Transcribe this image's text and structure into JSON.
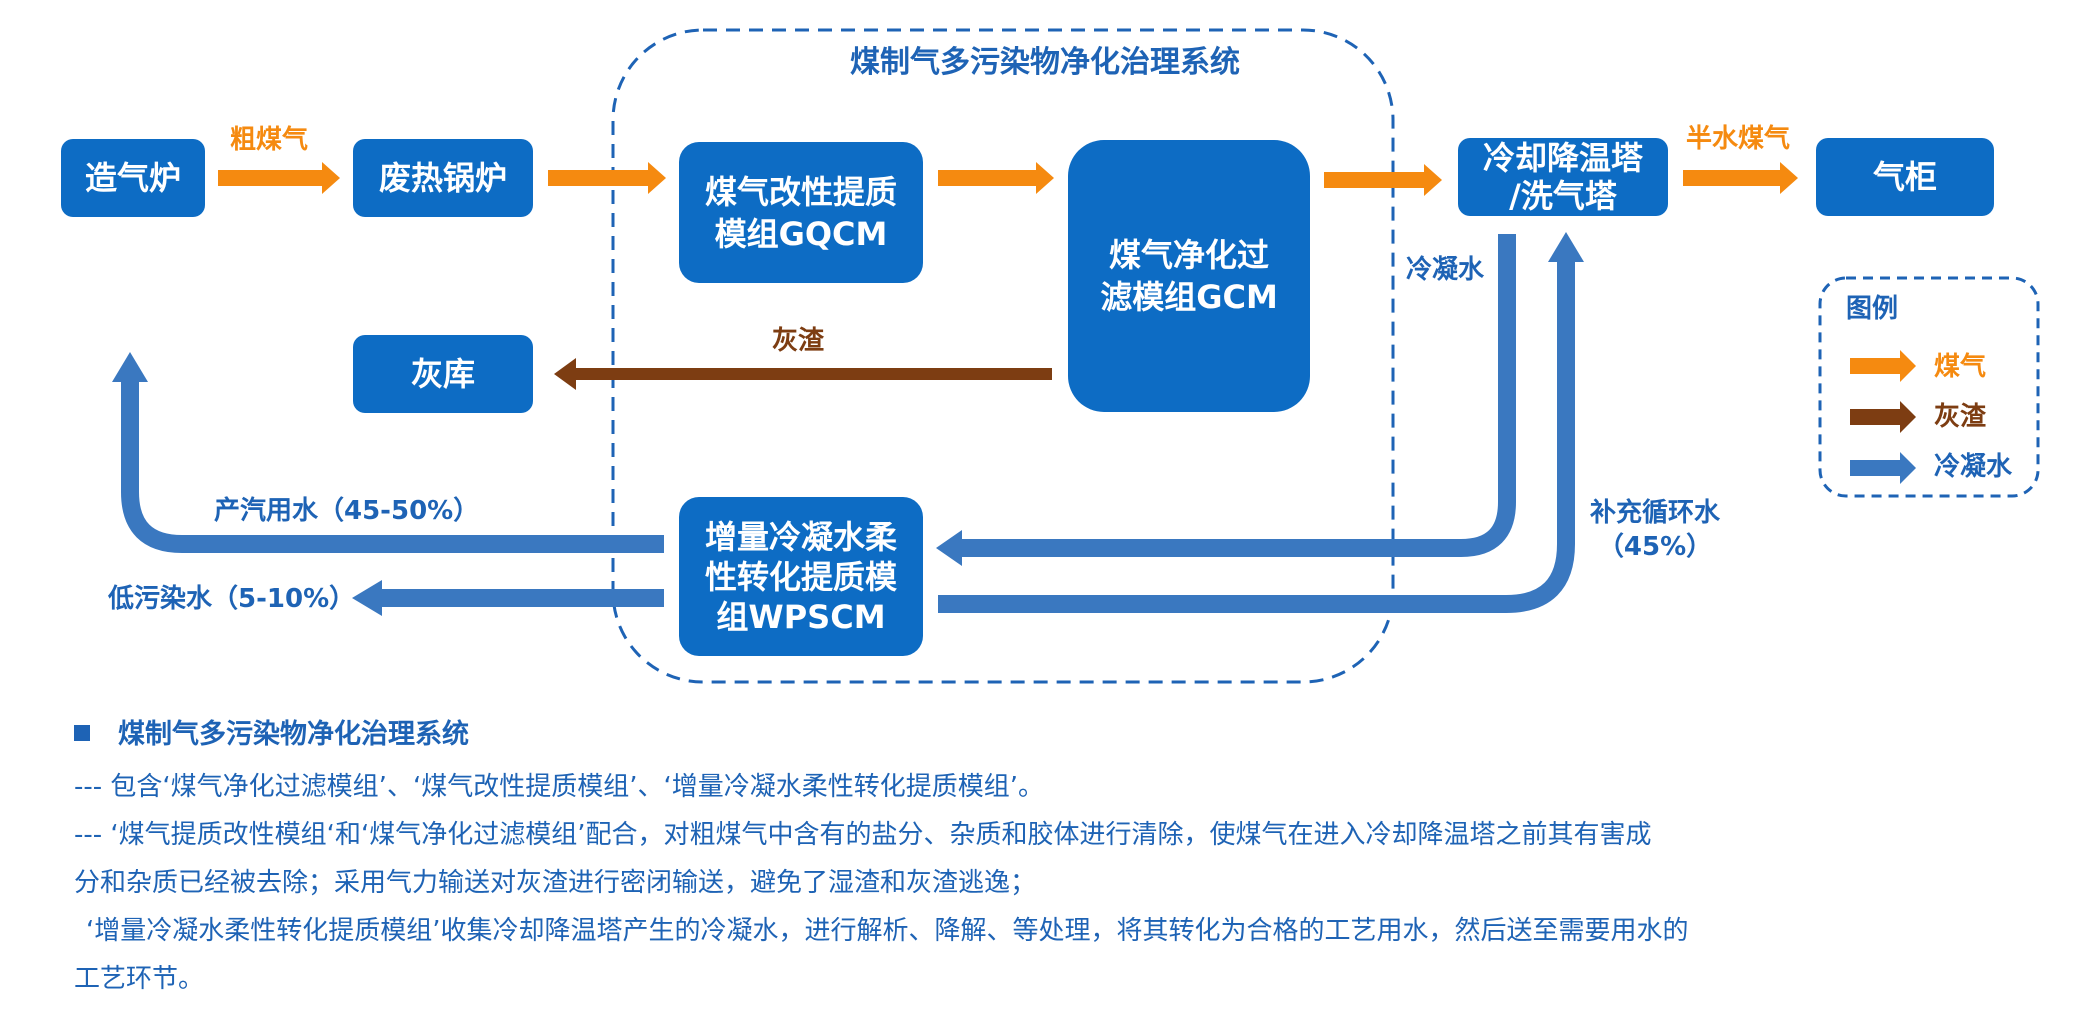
{
  "system_title": "煤制气多污染物净化治理系统",
  "nodes": {
    "gasifier": "造气炉",
    "waste_heat_boiler": "废热锅炉",
    "gqcm": [
      "煤气改性提质",
      "模组GQCM"
    ],
    "gcm": [
      "煤气净化过",
      "滤模组GCM"
    ],
    "cooling_tower": [
      "冷却降温塔",
      "/洗气塔"
    ],
    "gas_holder": "气柜",
    "ash_storage": "灰库",
    "wpscm": [
      "增量冷凝水柔",
      "性转化提质模",
      "组WPSCM"
    ]
  },
  "flow_labels": {
    "crude_gas": "粗煤气",
    "semi_water_gas": "半水煤气",
    "ash": "灰渣",
    "condensate": "冷凝水",
    "steam_water": "产汽用水（45-50%）",
    "low_pollution_water": "低污染水（5-10%）",
    "makeup_water": [
      "补充循环水",
      "（45%）"
    ]
  },
  "legend": {
    "title": "图例",
    "items": [
      {
        "label": "煤气",
        "color": "#f58a10"
      },
      {
        "label": "灰渣",
        "color": "#7d3d12"
      },
      {
        "label": "冷凝水",
        "color": "#3a78c0"
      }
    ]
  },
  "notes": {
    "heading": "煤制气多污染物净化治理系统",
    "lines": [
      "--- 包含‘煤气净化过滤模组’、‘煤气改性提质模组’、‘增量冷凝水柔性转化提质模组’。",
      "--- ‘煤气提质改性模组‘和‘煤气净化过滤模组’配合，对粗煤气中含有的盐分、杂质和胶体进行清除，使煤气在进入冷却降温塔之前其有害成",
      "分和杂质已经被去除；采用气力输送对灰渣进行密闭输送，避免了湿渣和灰渣逃逸；",
      "‘增量冷凝水柔性转化提质模组’收集冷却降温塔产生的冷凝水，进行解析、降解、等处理，将其转化为合格的工艺用水，然后送至需要用水的",
      "工艺环节。"
    ]
  }
}
